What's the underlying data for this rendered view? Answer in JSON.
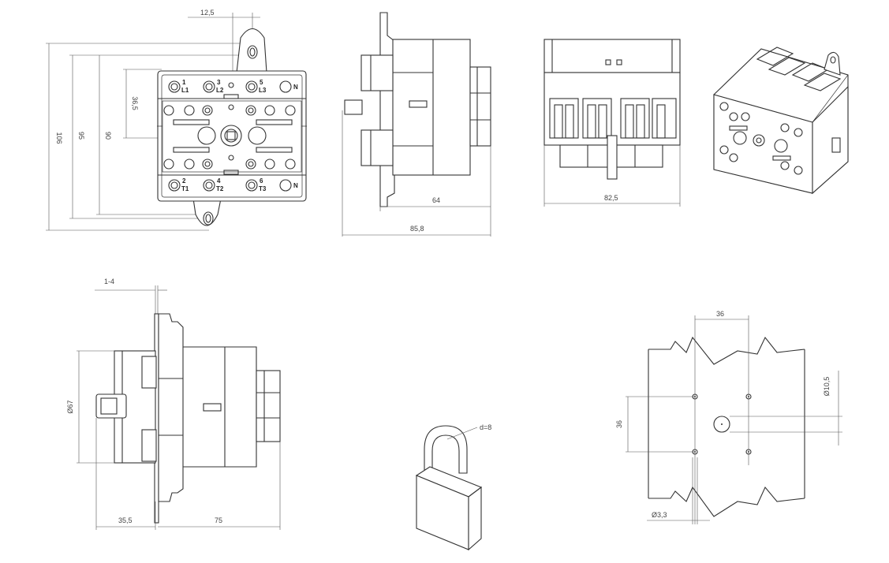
{
  "dimensions": {
    "front_offset": "12,5",
    "front_height_total": "106",
    "front_height_95": "95",
    "front_height_90": "90",
    "front_upper": "36,5",
    "side_depth": "64",
    "side_total": "85,8",
    "top_width": "82,5",
    "panel_thickness": "1-4",
    "knob_diameter": "Ø67",
    "knob_depth": "35,5",
    "body_depth": "75",
    "padlock_shackle": "d=8",
    "drill_spacing_h": "36",
    "drill_spacing_v": "36",
    "drill_center_hole": "Ø10,5",
    "drill_small_hole": "Ø3,3"
  },
  "terminals": {
    "t1": "1",
    "l1": "L1",
    "t3": "3",
    "l2": "L2",
    "t5": "5",
    "l3": "L3",
    "t2": "2",
    "b1": "T1",
    "t4": "4",
    "b2": "T2",
    "t6": "6",
    "b3": "T3",
    "n_top": "N",
    "n_bottom": "N"
  }
}
